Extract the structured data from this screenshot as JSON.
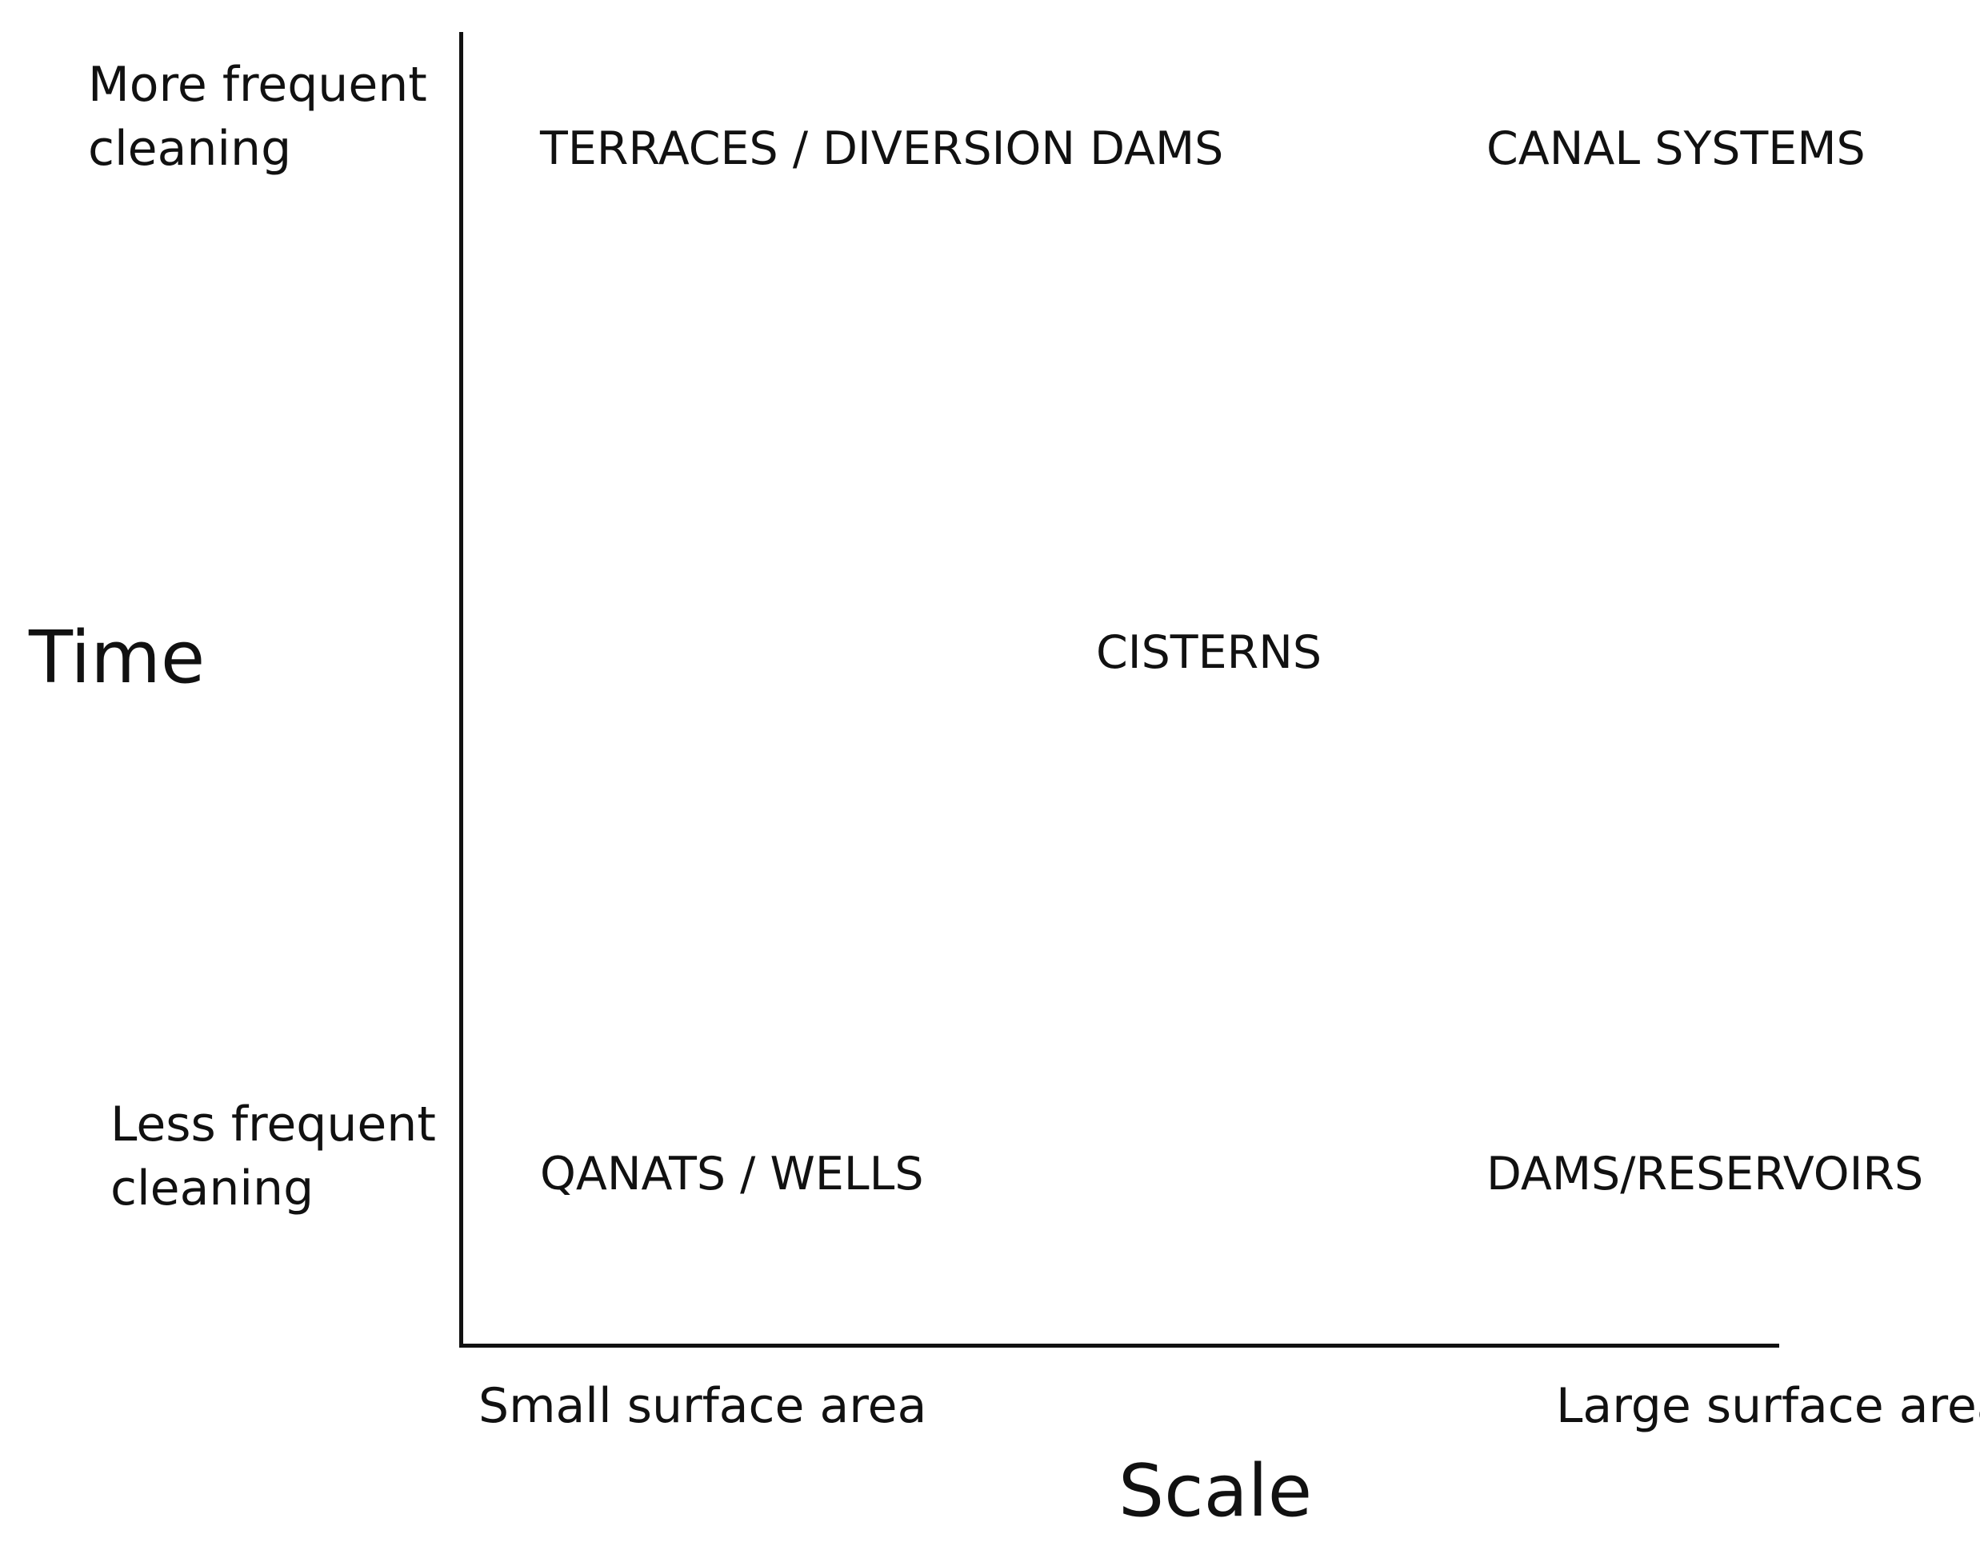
{
  "axes": {
    "y_title": "Time",
    "y_top_label": [
      "More frequent",
      "cleaning"
    ],
    "y_bottom_label": [
      "Less frequent",
      "cleaning"
    ],
    "x_title": "Scale",
    "x_left_label": "Small surface area",
    "x_right_label": "Large surface area"
  },
  "items": {
    "terraces": "TERRACES / DIVERSION DAMS",
    "canals": "CANAL SYSTEMS",
    "cisterns": "CISTERNS",
    "qanats": "QANATS / WELLS",
    "dams": "DAMS/RESERVOIRS"
  },
  "colors": {
    "ink": "#111111",
    "background": "#ffffff"
  }
}
